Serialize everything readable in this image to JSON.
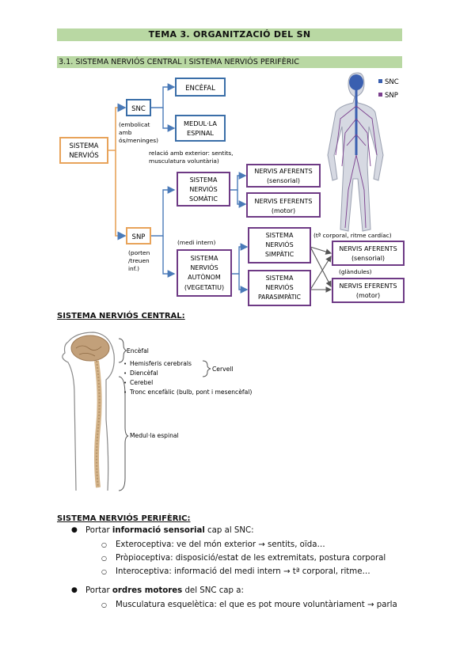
{
  "header": {
    "title": "TEMA 3. ORGANITZACIÓ DEL SN",
    "subtitle": "3.1. SISTEMA NERVIÓS CENTRAL I SISTEMA NERVIÓS PERIFÈRIC"
  },
  "diagram": {
    "root": [
      "SISTEMA",
      "NERVIÓS"
    ],
    "snc": "SNC",
    "snc_note": [
      "(embolicat",
      "amb",
      "ós/meninges)"
    ],
    "encefal": "ENCÈFAL",
    "medula": [
      "MEDUL·LA",
      "ESPINAL"
    ],
    "snp": "SNP",
    "snp_note": [
      "(porten",
      "/treuen",
      "inf.)"
    ],
    "somatic_note": [
      "relació amb exterior: sentits,",
      "musculatura voluntària)"
    ],
    "somatic": [
      "SISTEMA",
      "NERVIÓS",
      "SOMÀTIC"
    ],
    "aferents": [
      "NERVIS AFERENTS",
      "(sensorial)"
    ],
    "eferents": [
      "NERVIS EFERENTS",
      "(motor)"
    ],
    "autonom_note": "(medi intern)",
    "autonom": [
      "SISTEMA",
      "NERVIÓS",
      "AUTÒNOM",
      "(VEGETATIU)"
    ],
    "simpatic": [
      "SISTEMA",
      "NERVIÓS",
      "SIMPÀTIC"
    ],
    "parasimpatic": [
      "SISTEMA",
      "NERVIÓS",
      "PARASIMPÀTIC"
    ],
    "aferents2": [
      "NERVIS AFERENTS",
      "(sensorial)"
    ],
    "eferents2": [
      "NERVIS EFERENTS",
      "(motor)"
    ],
    "veg_note1": "(tª corporal, ritme cardíac)",
    "veg_note2": "(glàndules)",
    "legend": [
      {
        "label": "SNC",
        "color": "#3a5fb0"
      },
      {
        "label": "SNP",
        "color": "#7b3f8e"
      }
    ]
  },
  "snc_section": {
    "heading": "SISTEMA NERVIÓS CENTRAL:",
    "encefal": "Encèfal",
    "items": [
      "Hemisferis cerebrals",
      "Diencèfal",
      "Cerebel",
      "Tronc encefàlic (bulb, pont i mesencèfal)"
    ],
    "cervell": "Cervell",
    "medula": "Medul·la espinal"
  },
  "snp_section": {
    "heading": "SISTEMA NERVIÓS PERIFÈRIC:",
    "b1": {
      "pre": "Portar ",
      "bold": "informació sensorial",
      "post": " cap al SNC:"
    },
    "sub1": [
      "Exteroceptiva: ve del món exterior → sentits, oïda…",
      "Pròpioceptiva: disposició/estat de les extremitats, postura corporal",
      "Interoceptiva: informació del medi intern → tª corporal, ritme…"
    ],
    "b2": {
      "pre": "Portar ",
      "bold": "ordres motores",
      "post": " del SNC cap a:"
    },
    "sub2": [
      "Musculatura esquelètica: el que es pot moure voluntàriament → parla"
    ]
  },
  "colors": {
    "band": "#b9d8a3",
    "box_blue": "#3a6ea8",
    "box_purple": "#6e3a85",
    "box_orange": "#e8a35a",
    "arrow": "#4a7ab8"
  }
}
